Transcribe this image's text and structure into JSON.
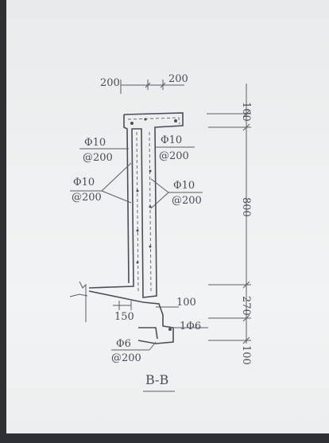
{
  "colors": {
    "ink": "#4a4d57",
    "paper": "#eef0f1",
    "background": "#2e3034"
  },
  "drawing": {
    "top_dim_left": "200",
    "top_dim_right": "200",
    "left_top_bar": "Φ10",
    "left_top_spacing": "@200",
    "left_mid_bar": "Φ10",
    "left_mid_spacing": "@200",
    "right_top_bar": "Φ10",
    "right_top_spacing": "@200",
    "right_mid_bar": "Φ10",
    "right_mid_spacing": "@200",
    "bottom_left_dim": "150",
    "bottom_right_dim": "100",
    "bottom_bar_right": "1Φ6",
    "bottom_bar_left": "Φ6",
    "bottom_spacing": "@200",
    "vert_dim_top": "100",
    "vert_dim_mid": "800",
    "vert_dim_low": "270",
    "vert_dim_bottom": "100",
    "section_title": "B-B"
  }
}
